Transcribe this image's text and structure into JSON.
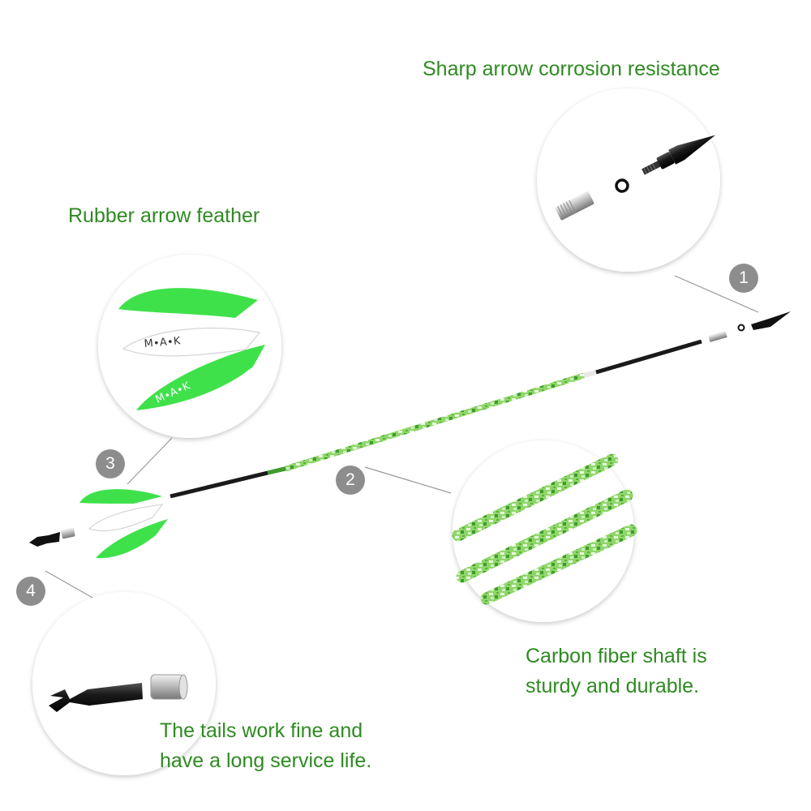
{
  "captions": {
    "tip": "Sharp arrow corrosion resistance",
    "vane": "Rubber arrow feather",
    "shaft": [
      "Carbon fiber shaft is",
      "sturdy and durable."
    ],
    "nock": [
      "The tails work fine and",
      "have a long service life."
    ]
  },
  "badges": [
    "1",
    "2",
    "3",
    "4"
  ],
  "vane_print": "M∙A∙K",
  "colors": {
    "caption": "#2f8a22",
    "vane_green": "#3fe14a",
    "camo_green": "#6fc83e",
    "badge": "#8d8d8d"
  },
  "icons": [
    "arrow-tip-icon",
    "o-ring-icon",
    "insert-icon",
    "fletching-icon",
    "nock-icon",
    "bushing-icon",
    "carbon-shaft-icon"
  ]
}
